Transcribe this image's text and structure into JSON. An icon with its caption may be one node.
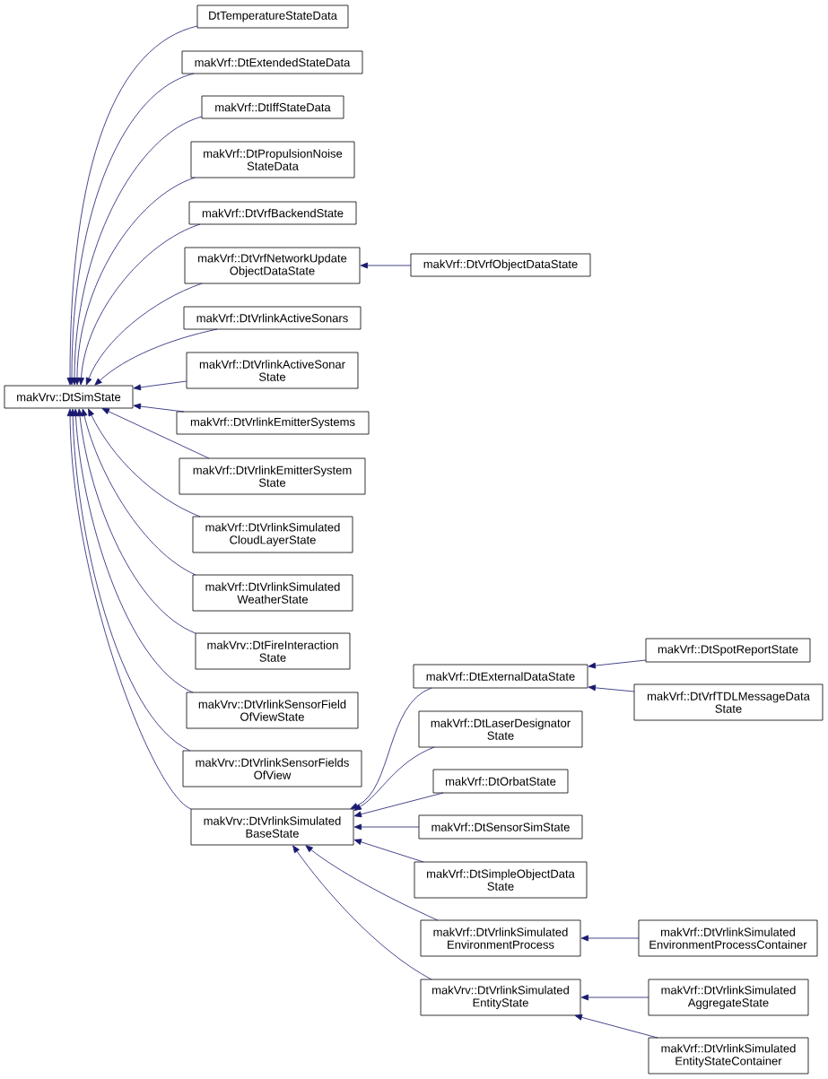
{
  "diagram": {
    "nodes": [
      {
        "text": [
          "DtTemperatureStateData"
        ]
      },
      {
        "text": [
          "makVrf::DtExtendedStateData"
        ]
      },
      {
        "text": [
          "makVrf::DtIffStateData"
        ]
      },
      {
        "text": [
          "makVrf::DtPropulsionNoise StateData"
        ]
      },
      {
        "text": [
          "makVrf::DtVrfBackendState"
        ]
      },
      {
        "text": [
          "makVrf::DtVrfNetworkUpdate ObjectDataState"
        ]
      },
      {
        "text": [
          "makVrf::DtVrfObjectDataState"
        ]
      },
      {
        "text": [
          "makVrf::DtVrlinkActiveSonars"
        ]
      },
      {
        "text": [
          "makVrf::DtVrlinkActiveSonar State"
        ]
      },
      {
        "text": [
          "makVrv::DtSimState"
        ]
      },
      {
        "text": [
          "makVrf::DtVrlinkEmitterSystems"
        ]
      },
      {
        "text": [
          "makVrf::DtVrlinkEmitterSystem State"
        ]
      },
      {
        "text": [
          "makVrf::DtVrlinkSimulated CloudLayerState"
        ]
      },
      {
        "text": [
          "makVrf::DtVrlinkSimulated WeatherState"
        ]
      },
      {
        "text": [
          "makVrv::DtFireInteraction State"
        ]
      },
      {
        "text": [
          "makVrv::DtVrlinkSensorField OfViewState"
        ]
      },
      {
        "text": [
          "makVrv::DtVrlinkSensorFields OfView"
        ]
      },
      {
        "text": [
          "makVrv::DtVrlinkSimulated BaseState"
        ]
      },
      {
        "text": [
          "makVrf::DtExternalDataState"
        ]
      },
      {
        "text": [
          "makVrf::DtSpotReportState"
        ]
      },
      {
        "text": [
          "makVrf::DtVrfTDLMessageData State"
        ]
      },
      {
        "text": [
          "makVrf::DtLaserDesignator State"
        ]
      },
      {
        "text": [
          "makVrf::DtOrbatState"
        ]
      },
      {
        "text": [
          "makVrf::DtSensorSimState"
        ]
      },
      {
        "text": [
          "makVrf::DtSimpleObjectData State"
        ]
      },
      {
        "text": [
          "makVrf::DtVrlinkSimulated EnvironmentProcess"
        ]
      },
      {
        "text": [
          "makVrf::DtVrlinkSimulated EnvironmentProcessContainer"
        ]
      },
      {
        "text": [
          "makVrv::DtVrlinkSimulated EntityState"
        ]
      },
      {
        "text": [
          "makVrf::DtVrlinkSimulated AggregateState"
        ]
      },
      {
        "text": [
          "makVrf::DtVrlinkSimulated EntityStateContainer"
        ]
      }
    ],
    "edges": [
      {
        "from": 0,
        "to": 9,
        "arrow": "to"
      },
      {
        "from": 1,
        "to": 9,
        "arrow": "to"
      },
      {
        "from": 2,
        "to": 9,
        "arrow": "to"
      },
      {
        "from": 3,
        "to": 9,
        "arrow": "to"
      },
      {
        "from": 4,
        "to": 9,
        "arrow": "to"
      },
      {
        "from": 6,
        "to": 5,
        "arrow": "to"
      },
      {
        "from": 5,
        "to": 9,
        "arrow": "to"
      },
      {
        "from": 7,
        "to": 9,
        "arrow": "to"
      },
      {
        "from": 8,
        "to": 9,
        "arrow": "to"
      },
      {
        "from": 10,
        "to": 9,
        "arrow": "to"
      },
      {
        "from": 11,
        "to": 9,
        "arrow": "to"
      },
      {
        "from": 12,
        "to": 9,
        "arrow": "to"
      },
      {
        "from": 13,
        "to": 9,
        "arrow": "to"
      },
      {
        "from": 14,
        "to": 9,
        "arrow": "to"
      },
      {
        "from": 15,
        "to": 9,
        "arrow": "to"
      },
      {
        "from": 16,
        "to": 9,
        "arrow": "to"
      },
      {
        "from": 17,
        "to": 9,
        "arrow": "to"
      },
      {
        "from": 19,
        "to": 18,
        "arrow": "to"
      },
      {
        "from": 20,
        "to": 18,
        "arrow": "to"
      },
      {
        "from": 18,
        "to": 17,
        "arrow": "to"
      },
      {
        "from": 21,
        "to": 17,
        "arrow": "to"
      },
      {
        "from": 22,
        "to": 17,
        "arrow": "to"
      },
      {
        "from": 23,
        "to": 17,
        "arrow": "to"
      },
      {
        "from": 24,
        "to": 17,
        "arrow": "to"
      },
      {
        "from": 26,
        "to": 25,
        "arrow": "to"
      },
      {
        "from": 25,
        "to": 17,
        "arrow": "to"
      },
      {
        "from": 28,
        "to": 27,
        "arrow": "to"
      },
      {
        "from": 29,
        "to": 27,
        "arrow": "to"
      },
      {
        "from": 27,
        "to": 17,
        "arrow": "to"
      }
    ]
  }
}
